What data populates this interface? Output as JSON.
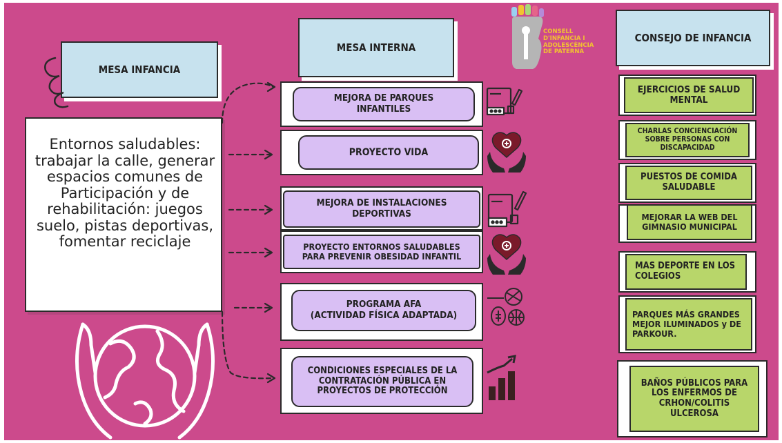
{
  "logo": {
    "lines": [
      "CONSELL",
      "D'INFANCIA I",
      "ADOLESCÈNCIA",
      "DE PATERNA"
    ],
    "colors": {
      "text": "#f2c331",
      "hand": "#b5b5b5"
    }
  },
  "columns": {
    "left": {
      "title": "MESA INFANCIA"
    },
    "middle": {
      "title": "MESA INTERNA"
    },
    "right": {
      "title": "CONSEJO DE INFANCIA"
    }
  },
  "main_card": {
    "text": "Entornos saludables: trabajar la calle, generar espacios comunes de Participación y de rehabilitación: juegos suelo, pistas deportivas, fomentar reciclaje"
  },
  "mesa_interna_items": [
    {
      "line1": "MEJORA DE PARQUES",
      "line2": "INFANTILES",
      "icon": "office-equipment-icon"
    },
    {
      "line1": "PROYECTO VIDA",
      "line2": "",
      "icon": "heart-hands-icon"
    },
    {
      "line1": "MEJORA DE INSTALACIONES",
      "line2": "DEPORTIVAS",
      "icon": "office-equipment-icon"
    },
    {
      "line1": "PROYECTO ENTORNOS SALUDABLES",
      "line2": "PARA PREVENIR OBESIDAD INFANTIL",
      "icon": "heart-hands-icon"
    },
    {
      "line1": "PROGRAMA AFA",
      "line2": "(ACTIVIDAD FÍSICA ADAPTADA)",
      "icon": "sports-balls-icon"
    },
    {
      "line1": "CONDICIONES ESPECIALES DE LA",
      "line2": "CONTRATACIÓN PÚBLICA EN",
      "line3": "PROYECTOS DE PROTECCIÓN",
      "icon": "growth-chart-icon"
    }
  ],
  "consejo_items": [
    {
      "lines": [
        "EJERCICIOS DE SALUD",
        "MENTAL"
      ]
    },
    {
      "lines": [
        "CHARLAS CONCIENCIACIÓN",
        "SOBRE PERSONAS CON",
        "DISCAPACIDAD"
      ]
    },
    {
      "lines": [
        "PUESTOS DE COMIDA",
        "SALUDABLE"
      ]
    },
    {
      "lines": [
        "MEJORAR LA WEB DEL",
        "GIMNASIO MUNICIPAL"
      ]
    },
    {
      "lines": [
        "MAS DEPORTE EN LOS",
        "COLEGIOS"
      ]
    },
    {
      "lines": [
        "PARQUES MÁS GRANDES",
        "MEJOR ILUMINADOS y DE",
        "PARKOUR."
      ]
    },
    {
      "lines": [
        "BAÑOS PÚBLICOS PARA",
        "LOS ENFERMOS DE",
        "CRHON/COLITIS",
        "ULCEROSA"
      ]
    }
  ],
  "colors": {
    "background": "#cc4a8c",
    "header_box": "#c7e2ee",
    "purple_pill": "#d9bff4",
    "green_card": "#b8d66a",
    "icon": "#2a2a2a",
    "heart": "#7a1a2a"
  }
}
